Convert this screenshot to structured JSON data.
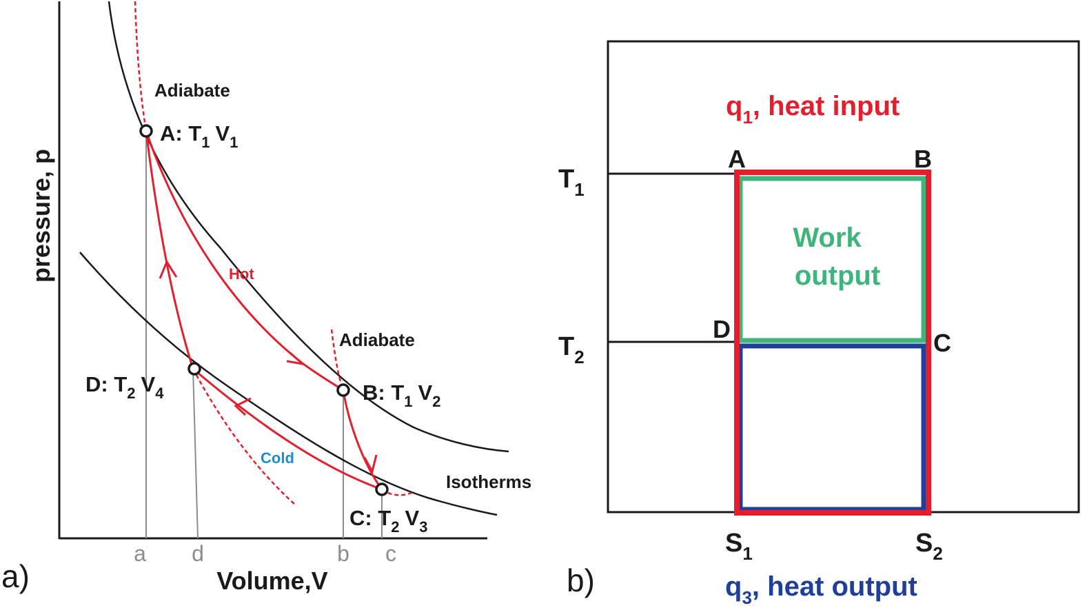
{
  "panel_a": {
    "panel_label": "a)",
    "y_axis_label": "pressure, p",
    "x_axis_label": "Volume,V",
    "ticks": [
      "a",
      "d",
      "b",
      "c"
    ],
    "adiabate_top_label": "Adiabate",
    "adiabate_right_label": "Adiabate",
    "hot_label": "Hot",
    "cold_label": "Cold",
    "isotherms_label": "Isotherms",
    "points": {
      "A": {
        "name": "A",
        "t": "T",
        "t_sub": "1",
        "v": "V",
        "v_sub": "1"
      },
      "B": {
        "name": "B",
        "t": "T",
        "t_sub": "1",
        "v": "V",
        "v_sub": "2"
      },
      "C": {
        "name": "C",
        "t": "T",
        "t_sub": "2",
        "v": "V",
        "v_sub": "3"
      },
      "D": {
        "name": "D",
        "t": "T",
        "t_sub": "2",
        "v": "V",
        "v_sub": "4"
      }
    }
  },
  "panel_b": {
    "panel_label": "b)",
    "heat_input": {
      "q": "q",
      "sub": "1",
      "text": ", heat input"
    },
    "heat_output": {
      "q": "q",
      "sub": "3",
      "text": ", heat output"
    },
    "work_line1": "Work",
    "work_line2": "output",
    "t1": {
      "t": "T",
      "sub": "1"
    },
    "t2": {
      "t": "T",
      "sub": "2"
    },
    "s1": {
      "s": "S",
      "sub": "1"
    },
    "s2": {
      "s": "S",
      "sub": "2"
    },
    "corner_A": "A",
    "corner_B": "B",
    "corner_C": "C",
    "corner_D": "D"
  },
  "colors": {
    "red": "#e41f2d",
    "green": "#3fb47c",
    "blue": "#1f3f9a",
    "cyan": "#1a8fd0",
    "gray": "#8c8c8c",
    "black": "#1a1a1a"
  }
}
